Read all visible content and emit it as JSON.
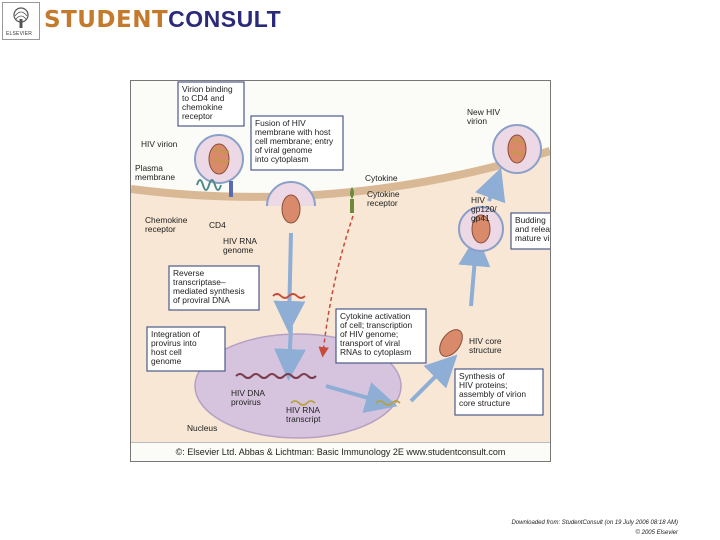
{
  "header": {
    "publisher_logo_text": "ELSEVIER",
    "brand_part1": "STUDENT",
    "brand_part2": "CONSULT"
  },
  "diagram": {
    "labels": {
      "hiv_virion": "HIV virion",
      "plasma_membrane_1": "Plasma",
      "plasma_membrane_2": "membrane",
      "chemokine_receptor_1": "Chemokine",
      "chemokine_receptor_2": "receptor",
      "cd4": "CD4",
      "hiv_rna_genome_1": "HIV RNA",
      "hiv_rna_genome_2": "genome",
      "cytokine": "Cytokine",
      "cytokine_receptor_1": "Cytokine",
      "cytokine_receptor_2": "receptor",
      "new_hiv_virion_1": "New HIV",
      "new_hiv_virion_2": "virion",
      "gp_1": "HIV",
      "gp_2": "gp120/",
      "gp_3": "gp41",
      "hiv_core_1": "HIV core",
      "hiv_core_2": "structure",
      "hiv_dna_1": "HIV DNA",
      "hiv_dna_2": "provirus",
      "hiv_rna_transcript_1": "HIV RNA",
      "hiv_rna_transcript_2": "transcript",
      "nucleus": "Nucleus"
    },
    "boxes": {
      "binding": [
        "Virion binding",
        "to CD4 and",
        "chemokine",
        "receptor"
      ],
      "fusion": [
        "Fusion of HIV",
        "membrane with host",
        "cell membrane; entry",
        "of viral genome",
        "into cytoplasm"
      ],
      "reverse": [
        "Reverse",
        "transcriptase–",
        "mediated synthesis",
        "of proviral DNA"
      ],
      "integration": [
        "Integration of",
        "provirus into",
        "host cell",
        "genome"
      ],
      "activation": [
        "Cytokine activation",
        "of cell; transcription",
        "of HIV genome;",
        "transport of viral",
        "RNAs to cytoplasm"
      ],
      "budding": [
        "Budding",
        "and release of",
        "mature virion"
      ],
      "synthesis": [
        "Synthesis of",
        "HIV proteins;",
        "assembly of virion",
        "core structure"
      ]
    },
    "caption": "©: Elsevier Ltd. Abbas & Lichtman: Basic Immunology 2E www.studentconsult.com"
  },
  "footer": {
    "downloaded": "Downloaded from: StudentConsult (on 19 July 2006 08:18 AM)",
    "copyright": "© 2005 Elsevier"
  }
}
